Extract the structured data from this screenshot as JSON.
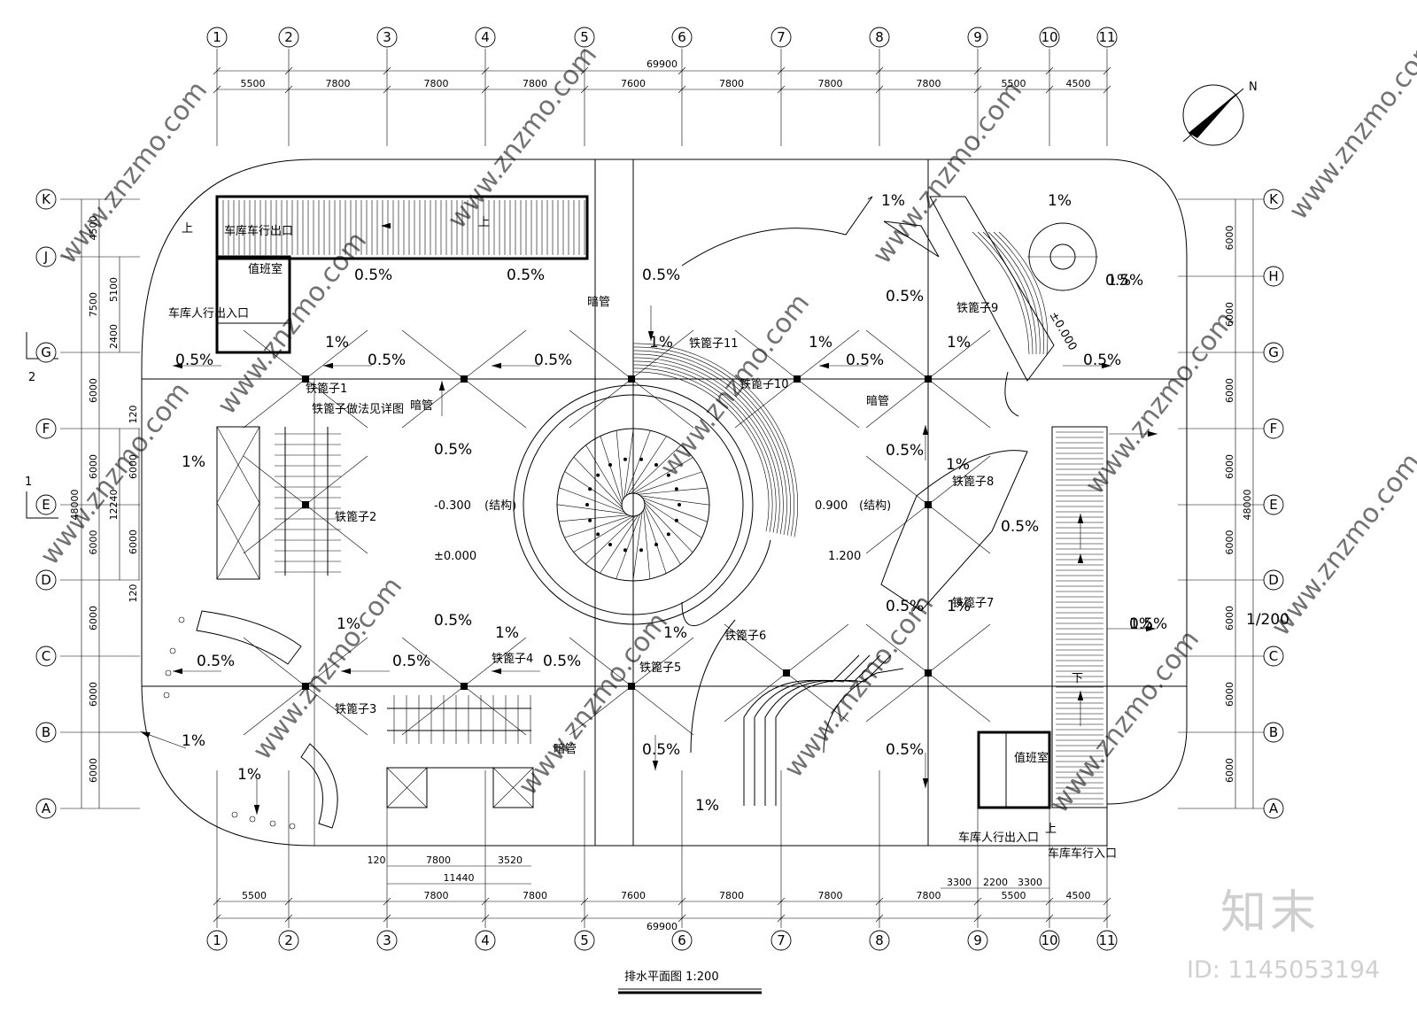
{
  "title": "排水平面图 1:200",
  "north_label": "N",
  "scale_side": "1/200",
  "col_axes": [
    "1",
    "2",
    "3",
    "4",
    "5",
    "6",
    "7",
    "8",
    "9",
    "10",
    "11"
  ],
  "row_axes_left": [
    "K",
    "J",
    "G",
    "F",
    "E",
    "D",
    "C",
    "B",
    "A"
  ],
  "row_axes_right": [
    "K",
    "H",
    "G",
    "F",
    "E",
    "D",
    "C",
    "B",
    "A"
  ],
  "top_total": "69900",
  "top_spans": [
    "5500",
    "7800",
    "7800",
    "7800",
    "7600",
    "7800",
    "7800",
    "7800",
    "5500",
    "4500"
  ],
  "bottom_spans": [
    "5500",
    "7800",
    "7800",
    "7600",
    "7800",
    "7800",
    "7800",
    "5500",
    "4500"
  ],
  "bottom_total": "69900",
  "bottom_sub": {
    "a": "120",
    "b": "7800",
    "c": "3520",
    "total": "11440"
  },
  "bottom_right_sub": [
    "3300",
    "2200",
    "3300"
  ],
  "left_total": "48000",
  "left_outer": [
    "4500",
    "7500",
    "6000",
    "6000",
    "6000",
    "6000",
    "6000",
    "6000"
  ],
  "left_inner": [
    "5100",
    "2400",
    "120",
    "6000",
    "12240",
    "6000",
    "120"
  ],
  "right_total": "48000",
  "right_spans": [
    "6000",
    "6000",
    "6000",
    "6000",
    "6000",
    "6000",
    "6000",
    "6000"
  ],
  "rooms": {
    "duty_top": "值班室",
    "duty_bottom": "值班室",
    "car_exit": "车库车行出口",
    "ped_left": "车库人行出入口",
    "ped_bottom": "车库人行出入口",
    "car_entry": "车库车行入口",
    "up": "上",
    "down": "下"
  },
  "cages": [
    "铁篦子1",
    "铁篦子2",
    "铁篦子3",
    "铁篦子4",
    "铁篦子5",
    "铁篦子6",
    "铁篦子7",
    "铁篦子8",
    "铁篦子9",
    "铁篦子10",
    "铁篦子11"
  ],
  "cage_note": "铁篦子做法见详图",
  "pipe": "暗管",
  "elevations": {
    "e1": "-0.300",
    "e1n": "(结构)",
    "e2": "±0.000",
    "e3": "0.900",
    "e3n": "(结构)",
    "e4": "1.200",
    "e5": "±0.000"
  },
  "slopes": {
    "half": "0.5%",
    "one": "1%"
  },
  "section_marks": [
    "1",
    "2"
  ],
  "watermark": "www.znzmo.com",
  "brand": "知末",
  "id_text": "ID: 1145053194"
}
